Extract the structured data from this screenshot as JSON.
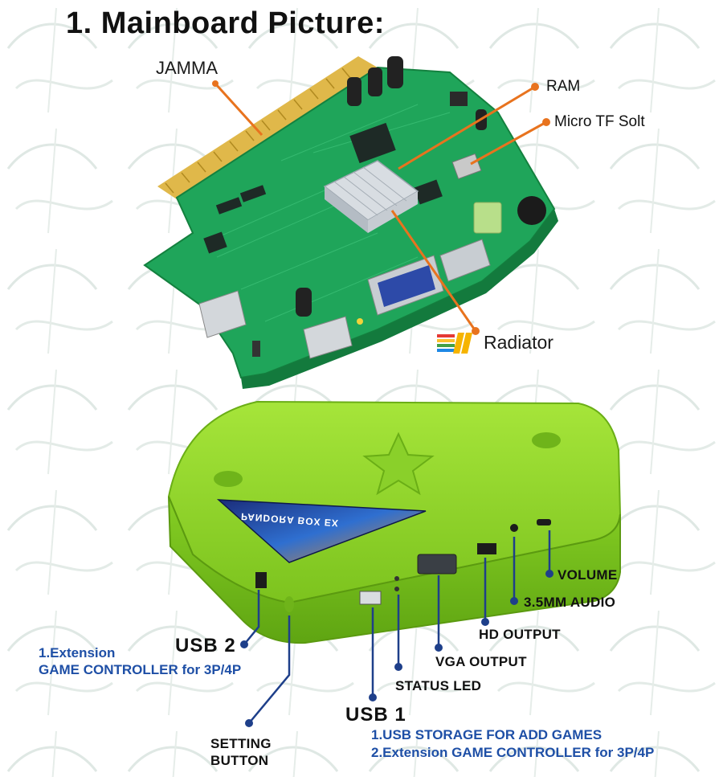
{
  "title": "1. Mainboard Picture:",
  "board_labels": {
    "jamma": "JAMMA",
    "ram": "RAM",
    "micro_tf": "Micro TF Solt",
    "radiator": "Radiator"
  },
  "box_brand": "PANDORA BOX EX",
  "box_labels": {
    "volume": "VOLUME",
    "audio": "3.5MM AUDIO",
    "hd_output": "HD OUTPUT",
    "vga_output": "VGA OUTPUT",
    "status_led": "STATUS LED",
    "usb2": "USB 2",
    "usb1": "USB 1",
    "setting_line1": "SETTING",
    "setting_line2": "BUTTON"
  },
  "usb2_notes": {
    "line1": "1.Extension",
    "line2": "GAME CONTROLLER for 3P/4P"
  },
  "usb1_notes": {
    "line1": "1.USB STORAGE FOR ADD GAMES",
    "line2": "2.Extension GAME CONTROLLER for 3P/4P"
  },
  "colors": {
    "pcb_green": "#1fa55a",
    "box_green": "#8fd62a",
    "leader_orange": "#e8731e",
    "leader_navy": "#1e3f8a",
    "note_blue": "#1e4fa6"
  }
}
